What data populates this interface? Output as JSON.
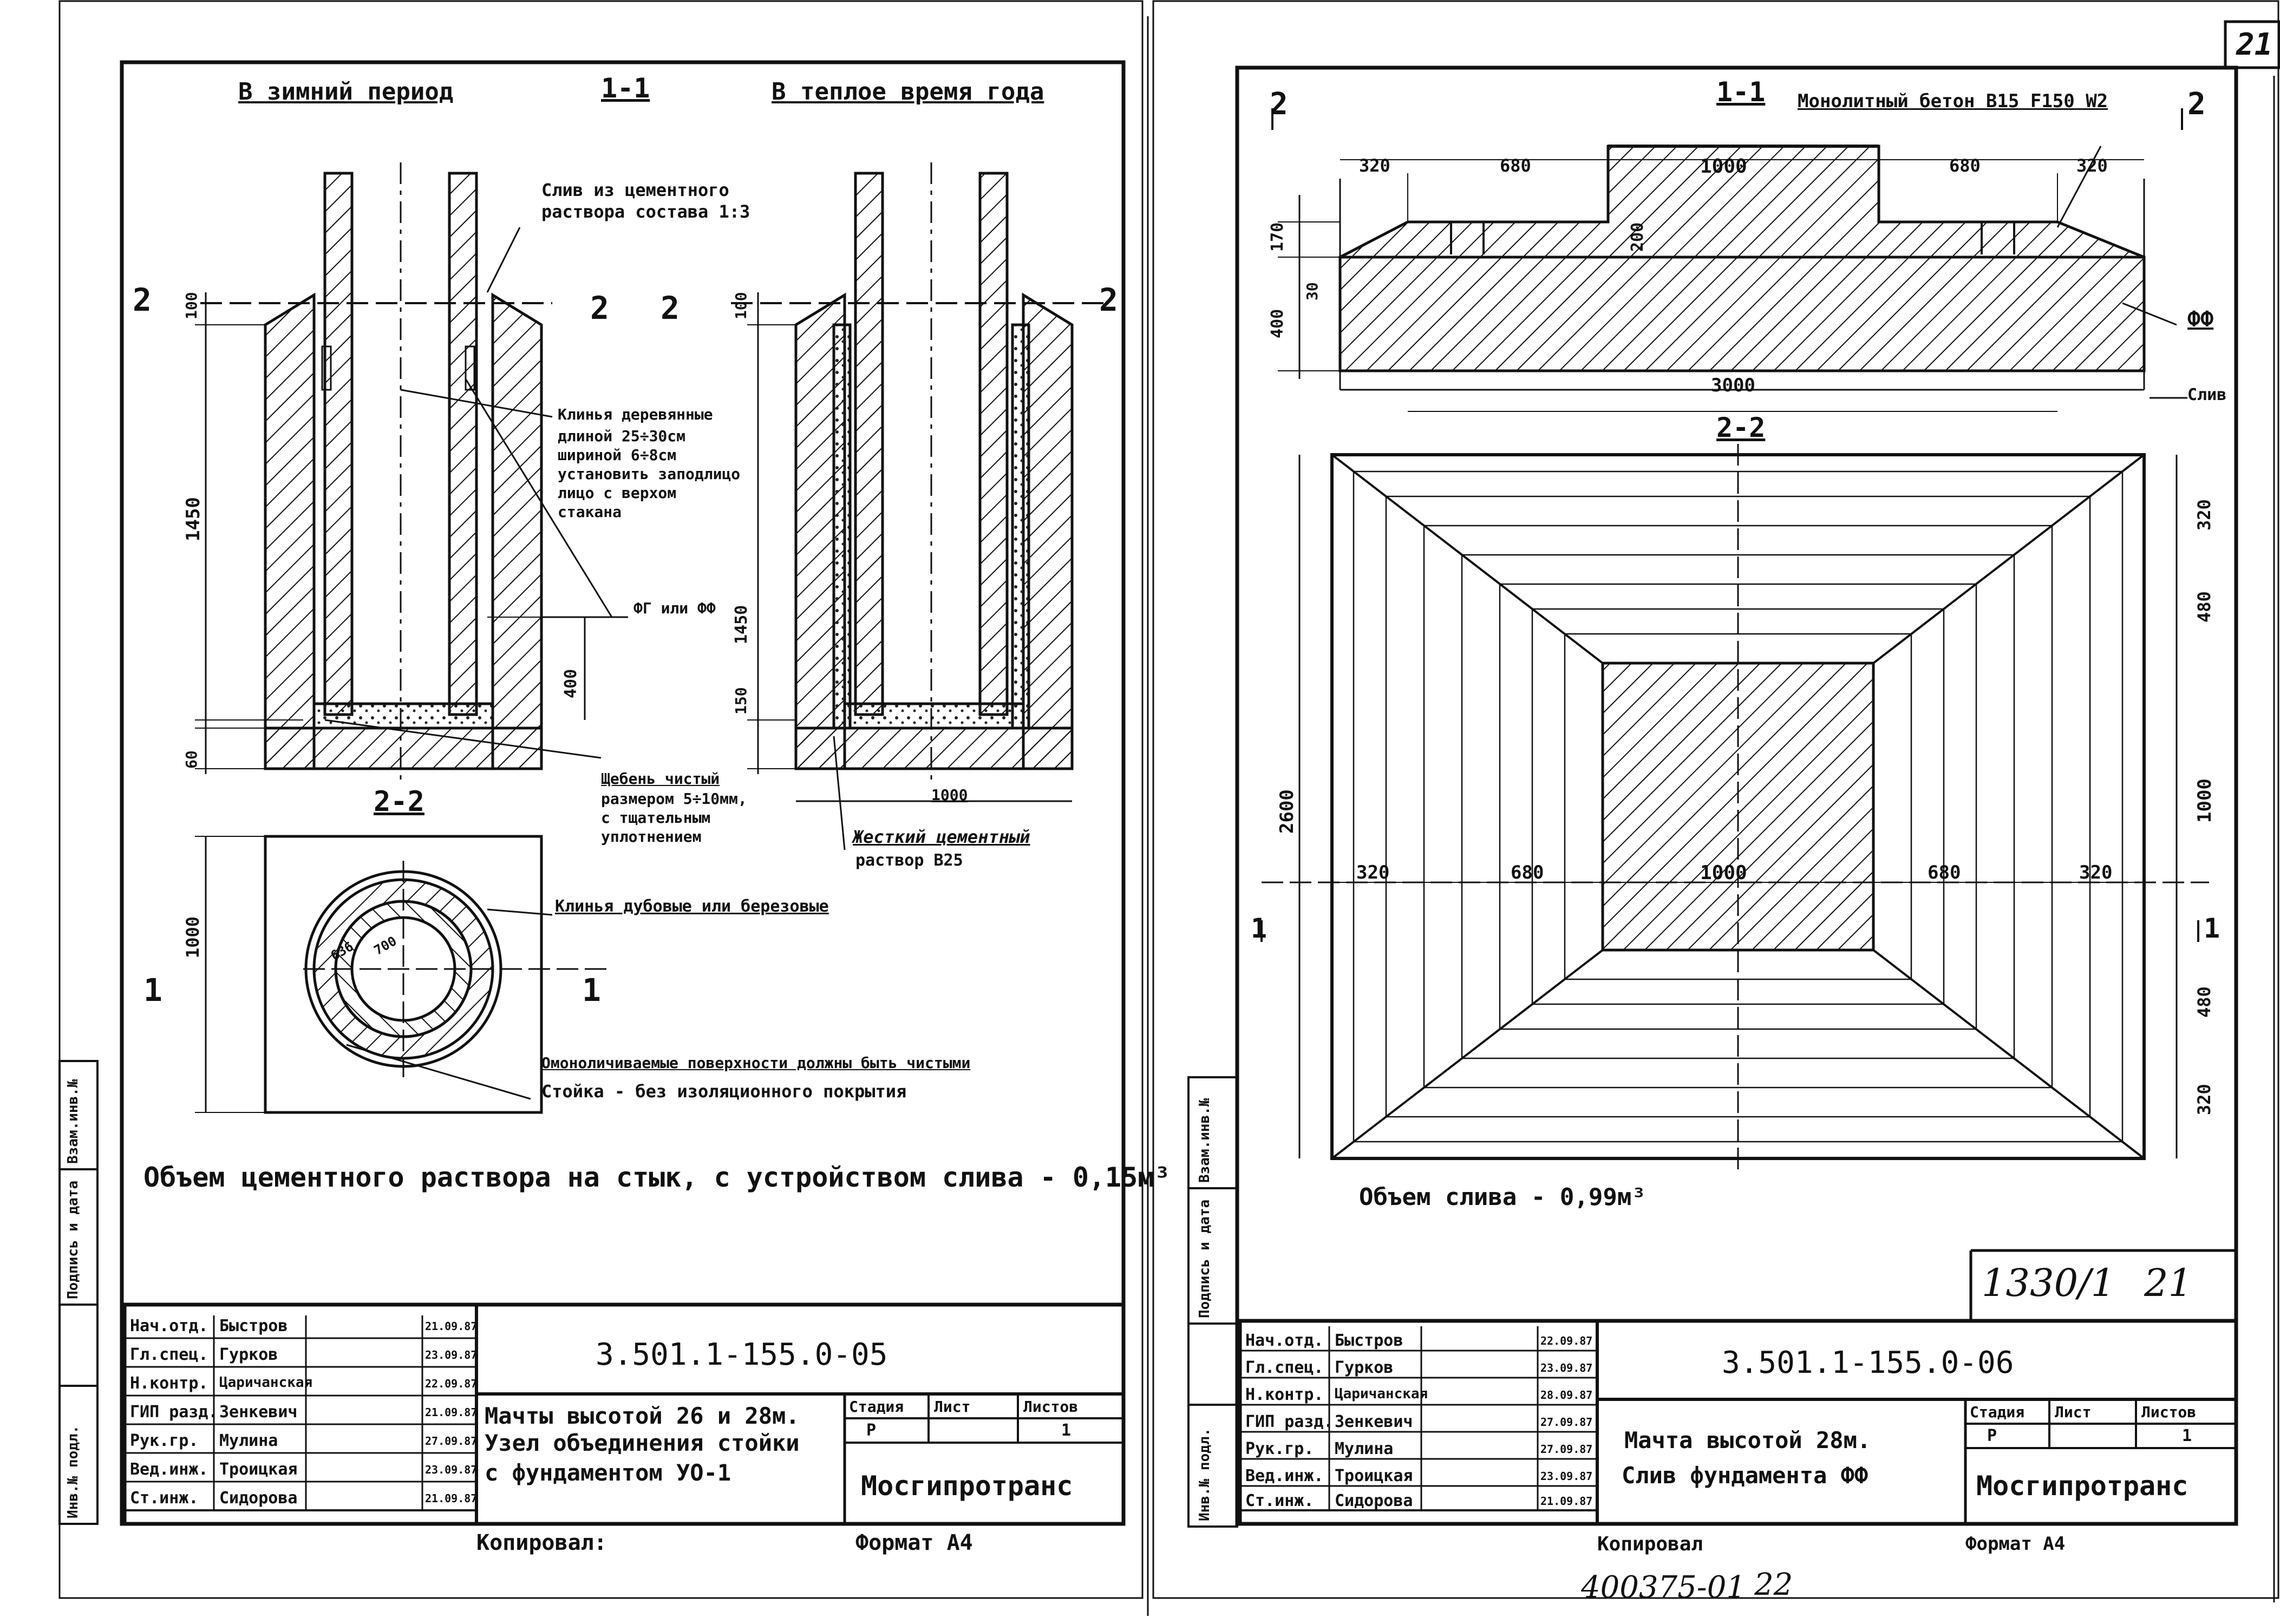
{
  "sheet_number_corner": "21",
  "left_sheet": {
    "header_winter": "В зимний период",
    "header_section": "1-1",
    "header_summer": "В теплое время года",
    "label_slab_mortar": [
      "Слив из цементного",
      "раствора состава 1:3"
    ],
    "label_wedges": [
      "Клинья деревянные",
      "длиной 25÷30см",
      "шириной 6÷8см",
      "установить заподлицо",
      "лицо с верхом",
      "стакана"
    ],
    "label_foundation": "ФГ или ФФ",
    "label_gravel": [
      "Щебень чистый",
      "размером 5÷10мм,",
      "с тщательным",
      "уплотнением"
    ],
    "label_concrete": [
      "Жесткий цементный",
      "раствор В25"
    ],
    "label_oak_wedges": "Клинья дубовые или березовые",
    "label_concreted_surfaces": "Омоноличиваемые поверхности должны быть чистыми",
    "label_post": "Стойка - без изоляционного покрытия",
    "dim_100_a": "100",
    "dim_100_b": "100",
    "dim_1450_a": "1450",
    "dim_1450_b": "1450",
    "dim_400_a": "400",
    "dim_150": "150",
    "dim_60": "60",
    "dim_1000_a": "1000",
    "dim_1000_b": "1000",
    "dim_636": "636",
    "dim_700": "700",
    "mark_1": "1",
    "mark_2": "2",
    "section_2_2": "2-2",
    "volume_text": "Объем цементного раствора на стык, с устройством слива - 0,15м³",
    "title_block": {
      "code": "3.501.1-155.0-05",
      "title": [
        "Мачты высотой 26 и 28м.",
        "Узел объединения стойки",
        "с фундаментом УО-1"
      ],
      "stage_header": "Стадия",
      "sheet_header": "Лист",
      "sheets_header": "Листов",
      "stage": "Р",
      "sheets": "1",
      "org": "Мосгипротранс",
      "roles": [
        "Нач.отд.",
        "Гл.спец.",
        "Н.контр.",
        "ГИП разд.",
        "Рук.гр.",
        "Вед.инж.",
        "Ст.инж."
      ],
      "names": [
        "Быстров",
        "Гурков",
        "Царичанская",
        "Зенкевич",
        "Мулина",
        "Троицкая",
        "Сидорова"
      ],
      "dates": [
        "21.09.87",
        "23.09.87",
        "22.09.87",
        "21.09.87",
        "27.09.87",
        "23.09.87",
        "21.09.87"
      ]
    },
    "copied": "Копировал:",
    "format": "Формат А4",
    "margin_stamp": [
      "Инв.№ подл.",
      "Подпись и дата",
      "Взам.инв.№"
    ]
  },
  "right_sheet": {
    "header_section": "1-1",
    "label_monolithic": "Монолитный бетон В15 F150 W2",
    "label_ff": "ФФ",
    "label_slab_bottom": "Слив",
    "dim_320_a": "320",
    "dim_680_a": "680",
    "dim_1000_a": "1000",
    "dim_680_b": "680",
    "dim_320_b": "320",
    "dim_170": "170",
    "dim_200": "200",
    "dim_30": "30",
    "dim_400": "400",
    "dim_3000": "3000",
    "section_2_2": "2-2",
    "plan_dims_horizontal": [
      "320",
      "680",
      "1000",
      "680",
      "320"
    ],
    "plan_dims_vertical": [
      "320",
      "480",
      "1000",
      "480",
      "320"
    ],
    "plan_total": "2600",
    "mark_1": "1",
    "mark_2": "2",
    "volume_text": "Объем слива - 0,99м³",
    "stamp_number": "1330/1",
    "stamp_sheet": "21",
    "title_block": {
      "code": "3.501.1-155.0-06",
      "title": [
        "Мачта высотой 28м.",
        "Слив фундамента ФФ"
      ],
      "stage_header": "Стадия",
      "sheet_header": "Лист",
      "sheets_header": "Листов",
      "stage": "Р",
      "sheets": "1",
      "org": "Мосгипротранс",
      "roles": [
        "Нач.отд.",
        "Гл.спец.",
        "Н.контр.",
        "ГИП разд.",
        "Рук.гр.",
        "Вед.инж.",
        "Ст.инж."
      ],
      "names": [
        "Быстров",
        "Гурков",
        "Царичанская",
        "Зенкевич",
        "Мулина",
        "Троицкая",
        "Сидорова"
      ],
      "dates": [
        "22.09.87",
        "23.09.87",
        "28.09.87",
        "27.09.87",
        "27.09.87",
        "23.09.87",
        "21.09.87"
      ]
    },
    "copied": "Копировал",
    "format": "Формат А4",
    "bottom_number": "400375-01",
    "bottom_sheet": "22",
    "margin_stamp": [
      "Инв.№ подл.",
      "Подпись и дата",
      "Взам.инв.№"
    ]
  }
}
